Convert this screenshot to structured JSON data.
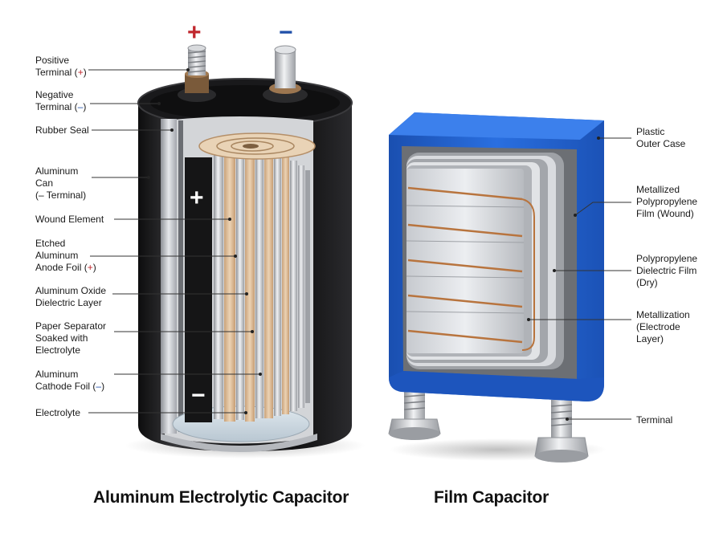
{
  "electrolytic": {
    "title": "Aluminum Electrolytic Capacitor",
    "terminal_plus_sign": "+",
    "terminal_minus_sign": "−",
    "body_plus_sign": "+",
    "body_minus_sign": "−",
    "labels": {
      "positive_terminal": {
        "l1": "Positive",
        "l2": "Terminal (",
        "sym": "+",
        "end": ")"
      },
      "negative_terminal": {
        "l1": "Negative",
        "l2": "Terminal (",
        "sym": "–",
        "end": ")"
      },
      "rubber_seal": "Rubber Seal",
      "aluminum_can": {
        "l1": "Aluminum",
        "l2": "Can",
        "l3": "(– Terminal)"
      },
      "wound_element": "Wound Element",
      "anode_foil": {
        "l1": "Etched",
        "l2": "Aluminum",
        "l3": "Anode Foil (",
        "sym": "+",
        "end": ")"
      },
      "oxide_layer": {
        "l1": "Aluminum Oxide",
        "l2": "Dielectric Layer"
      },
      "paper_separator": {
        "l1": "Paper Separator",
        "l2": "Soaked with",
        "l3": "Electrolyte"
      },
      "cathode_foil": {
        "l1": "Aluminum",
        "l2": "Cathode Foil (",
        "sym": "–",
        "end": ")"
      },
      "electrolyte": "Electrolyte"
    }
  },
  "film": {
    "title": "Film Capacitor",
    "labels": {
      "outer_case": {
        "l1": "Plastic",
        "l2": "Outer Case"
      },
      "metallized_film": {
        "l1": "Metallized",
        "l2": "Polypropylene",
        "l3": "Film (Wound)"
      },
      "dielectric_film": {
        "l1": "Polypropylene",
        "l2": "Dielectric Film",
        "l3": "(Dry)"
      },
      "metallization": {
        "l1": "Metallization",
        "l2": "(Electrode",
        "l3": "Layer)"
      },
      "terminal": "Terminal"
    }
  },
  "colors": {
    "positive": "#c0272d",
    "negative": "#1f4fa8",
    "can": "#1b1b1d",
    "film_case": "#1f5fc9",
    "copper": "#b8743e",
    "paper": "#d9b48c"
  }
}
